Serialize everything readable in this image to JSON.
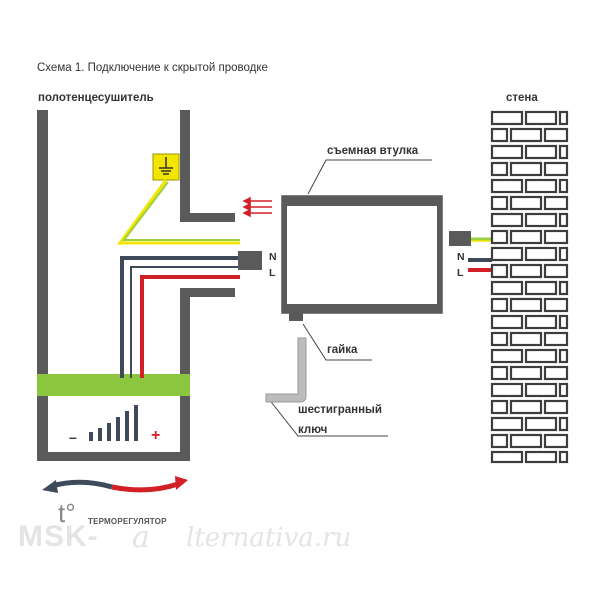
{
  "diagram": {
    "title": "Схема 1.  Подключение к скрытой проводке",
    "heater_label": "полотенцесушитель",
    "wall_label": "стена",
    "sleeve_label": "съемная втулка",
    "nut_label": "гайка",
    "hex_key_label_line1": "шестигранный",
    "hex_key_label_line2": "ключ",
    "pin_n": "N",
    "pin_l": "L",
    "thermostat_symbol": "t°",
    "thermostat_label": "ТЕРМОРЕГУЛЯТОР",
    "minus_sign": "–",
    "plus_sign": "+"
  },
  "watermark": {
    "part1": "MSK-",
    "part2": "a",
    "part3": "lternativa.ru"
  },
  "colors": {
    "frame_gray": "#555555",
    "earth_yellow": "#f2e600",
    "earth_green": "#9ccf3c",
    "neutral_blue": "#3e4a5a",
    "live_red": "#d32027",
    "heating_bar_green": "#8cc63f",
    "brick": "#3d3d3d"
  },
  "icons": [
    "ground-symbol-icon",
    "signal-bars-icon",
    "arrows-icon",
    "hex-key-icon"
  ]
}
